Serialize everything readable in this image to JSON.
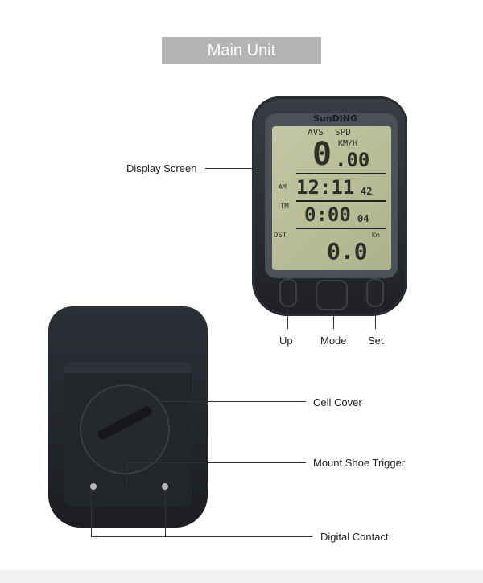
{
  "title": "Main Unit",
  "brand": "SunDING",
  "display": {
    "avs": "AVS",
    "spd": "SPD",
    "speed": "0",
    "speed_dec": ".00",
    "speed_unit": "KM/H",
    "am": "AM",
    "clock": "12:11",
    "clock_sec": "42",
    "tm": "TM",
    "time": "0:00",
    "time_sec": "04",
    "dst": "DST",
    "dist_unit": "Km",
    "distance": "0.0"
  },
  "labels": {
    "display_screen": "Display Screen",
    "up": "Up",
    "mode": "Mode",
    "set": "Set",
    "cell_cover": "Cell Cover",
    "mount_shoe_trigger": "Mount Shoe Trigger",
    "digital_contact": "Digital Contact"
  }
}
